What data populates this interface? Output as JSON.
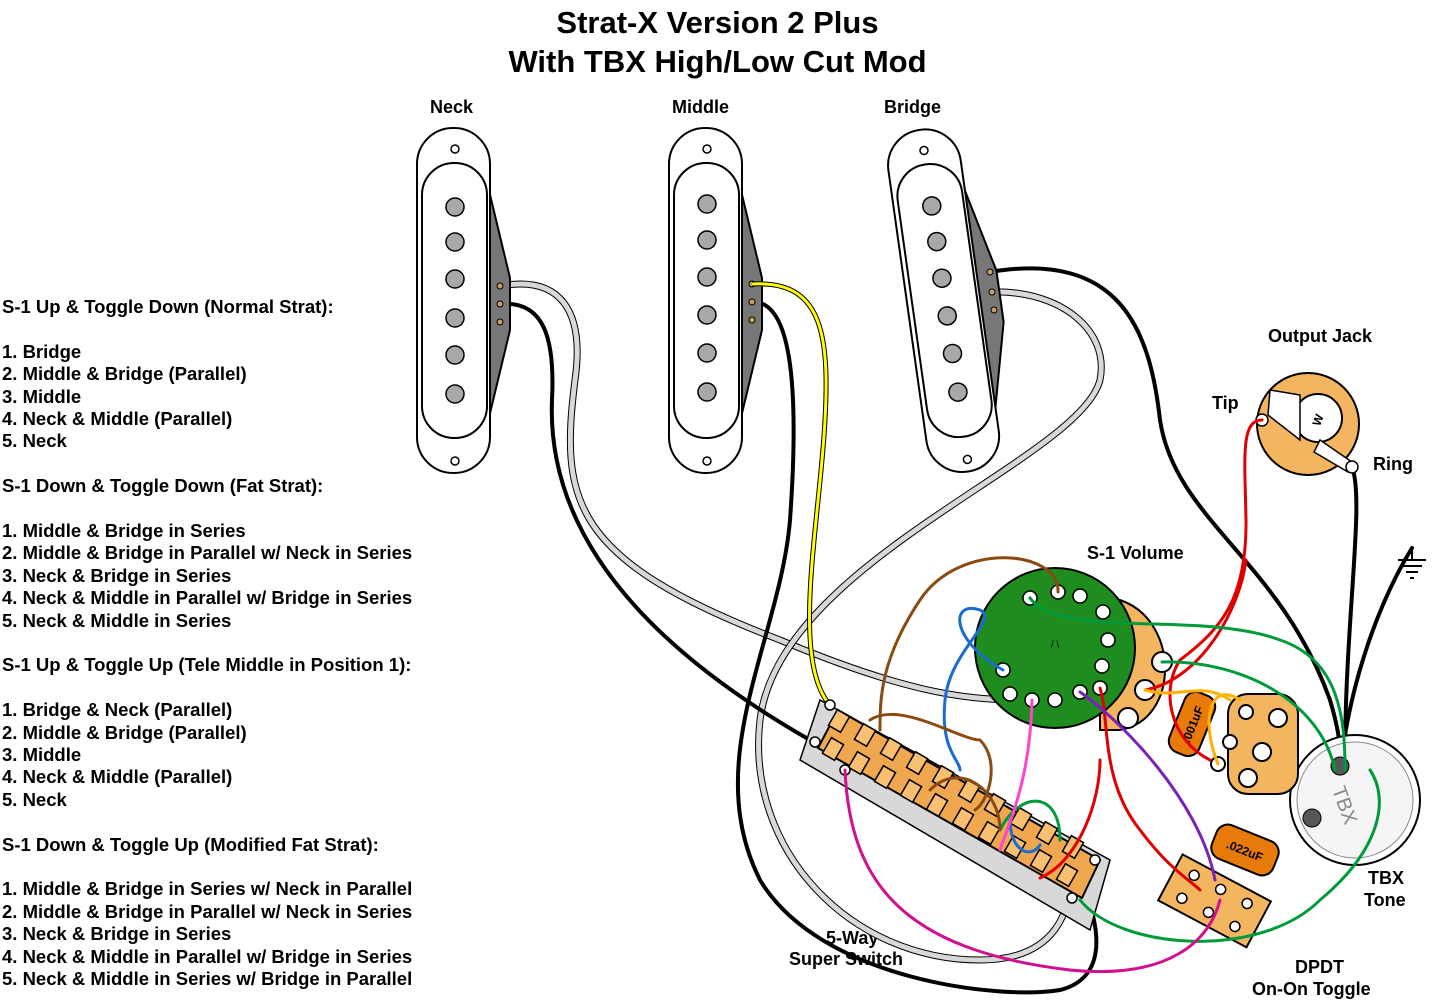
{
  "title": {
    "line1": "Strat-X Version 2 Plus",
    "line2": "With TBX High/Low Cut Mod"
  },
  "pickups": {
    "neck": "Neck",
    "middle": "Middle",
    "bridge": "Bridge"
  },
  "components": {
    "output_jack": "Output Jack",
    "tip": "Tip",
    "ring": "Ring",
    "s1_volume": "S-1 Volume",
    "tbx_tone_line1": "TBX",
    "tbx_tone_line2": "Tone",
    "tbx_knob_text": "TBX",
    "five_way_line1": "5-Way",
    "five_way_line2": "Super Switch",
    "dpdt_line1": "DPDT",
    "dpdt_line2": "On-On Toggle",
    "cap_001": ".001uF",
    "cap_022": ".022uF",
    "jack_mark": "W"
  },
  "legend": [
    {
      "heading": "S-1 Up & Toggle Down (Normal Strat):",
      "items": [
        "1. Bridge",
        "2. Middle & Bridge (Parallel)",
        "3. Middle",
        "4. Neck & Middle (Parallel)",
        "5. Neck"
      ]
    },
    {
      "heading": "S-1 Down & Toggle Down (Fat Strat):",
      "items": [
        "1. Middle & Bridge in Series",
        "2. Middle & Bridge in Parallel w/ Neck in Series",
        "3. Neck & Bridge in Series",
        "4. Neck & Middle in Parallel w/ Bridge in Series",
        "5. Neck & Middle in Series"
      ]
    },
    {
      "heading": "S-1 Up & Toggle Up (Tele Middle in Position 1):",
      "items": [
        "1. Bridge & Neck (Parallel)",
        "2. Middle & Bridge (Parallel)",
        "3. Middle",
        "4. Neck & Middle (Parallel)",
        "5. Neck"
      ]
    },
    {
      "heading": "S-1 Down & Toggle Up (Modified Fat Strat):",
      "items": [
        "1. Middle & Bridge in Series w/ Neck in Parallel",
        "2. Middle & Bridge in Parallel w/ Neck in Series",
        "3. Neck & Bridge in Series",
        "4. Neck & Middle in Parallel w/ Bridge in Series",
        "5. Neck & Middle in Series w/ Bridge in Parallel"
      ]
    }
  ],
  "colors": {
    "pickup_cover": "#ffffff",
    "pole": "#a8a8a8",
    "wire_black": "#000000",
    "wire_white": "#d8d8d8",
    "wire_yellow": "#ffff00",
    "wire_red": "#e00000",
    "wire_green": "#009a3a",
    "wire_blue": "#1a6cd0",
    "wire_brown": "#8b4a10",
    "wire_purple": "#7a22b8",
    "wire_pink": "#ff44cc",
    "wire_magenta": "#d0108c",
    "wire_orange": "#ffb000",
    "switch_body": "#f0a850",
    "switch_lug": "#f8c070",
    "pcb_green": "#1f8c1f",
    "cap_orange": "#e87a0a",
    "pot_body": "#f3b560"
  }
}
